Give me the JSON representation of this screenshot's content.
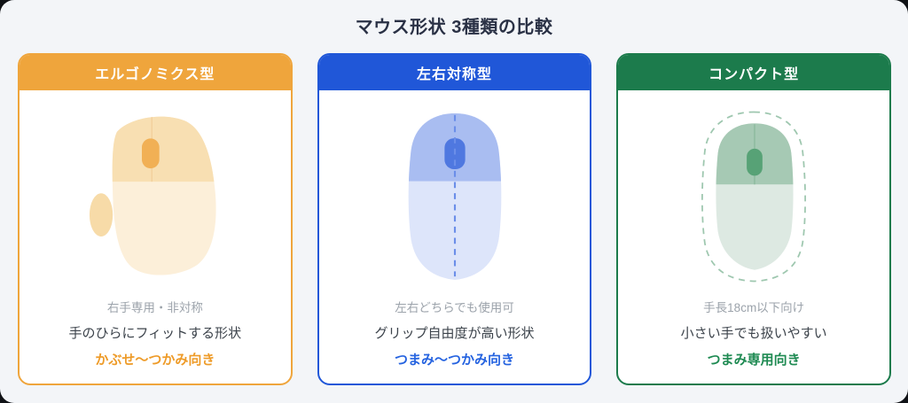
{
  "page": {
    "title": "マウス形状 3種類の比較",
    "background_color": "#F3F5F8",
    "title_color": "#2A3145"
  },
  "cards": [
    {
      "header": "エルゴノミクス型",
      "accent_color": "#EFA53C",
      "grip_text_color": "#EE9B28",
      "note": "右手専用・非対称",
      "feature": "手のひらにフィットする形状",
      "grip": "かぶせ〜つかみ向き",
      "illustration": {
        "icon": "ergonomic-mouse-icon",
        "body_color": "#FCEFD9",
        "button_area_color": "#F8DFB2",
        "divider_color": "#F2CF9B",
        "wheel_color": "#F1B055",
        "thumb_rest_color": "#F7DBA8"
      }
    },
    {
      "header": "左右対称型",
      "accent_color": "#2057D8",
      "grip_text_color": "#2563E0",
      "note": "左右どちらでも使用可",
      "feature": "グリップ自由度が高い形状",
      "grip": "つまみ〜つかみ向き",
      "illustration": {
        "icon": "symmetric-mouse-icon",
        "body_color": "#DDE5FA",
        "button_area_color": "#A9BDF1",
        "wheel_color": "#4F78E0",
        "symmetry_line_color": "#6B8EE9"
      }
    },
    {
      "header": "コンパクト型",
      "accent_color": "#1C7B4C",
      "grip_text_color": "#1E8A52",
      "note": "手長18cm以下向け",
      "feature": "小さい手でも扱いやすい",
      "grip": "つまみ専用向き",
      "illustration": {
        "icon": "compact-mouse-icon",
        "body_color": "#DDE9E2",
        "button_area_color": "#A6C9B4",
        "divider_color": "#8DBB9E",
        "wheel_color": "#57A276",
        "size_outline_color": "#9EC7AF"
      }
    }
  ]
}
